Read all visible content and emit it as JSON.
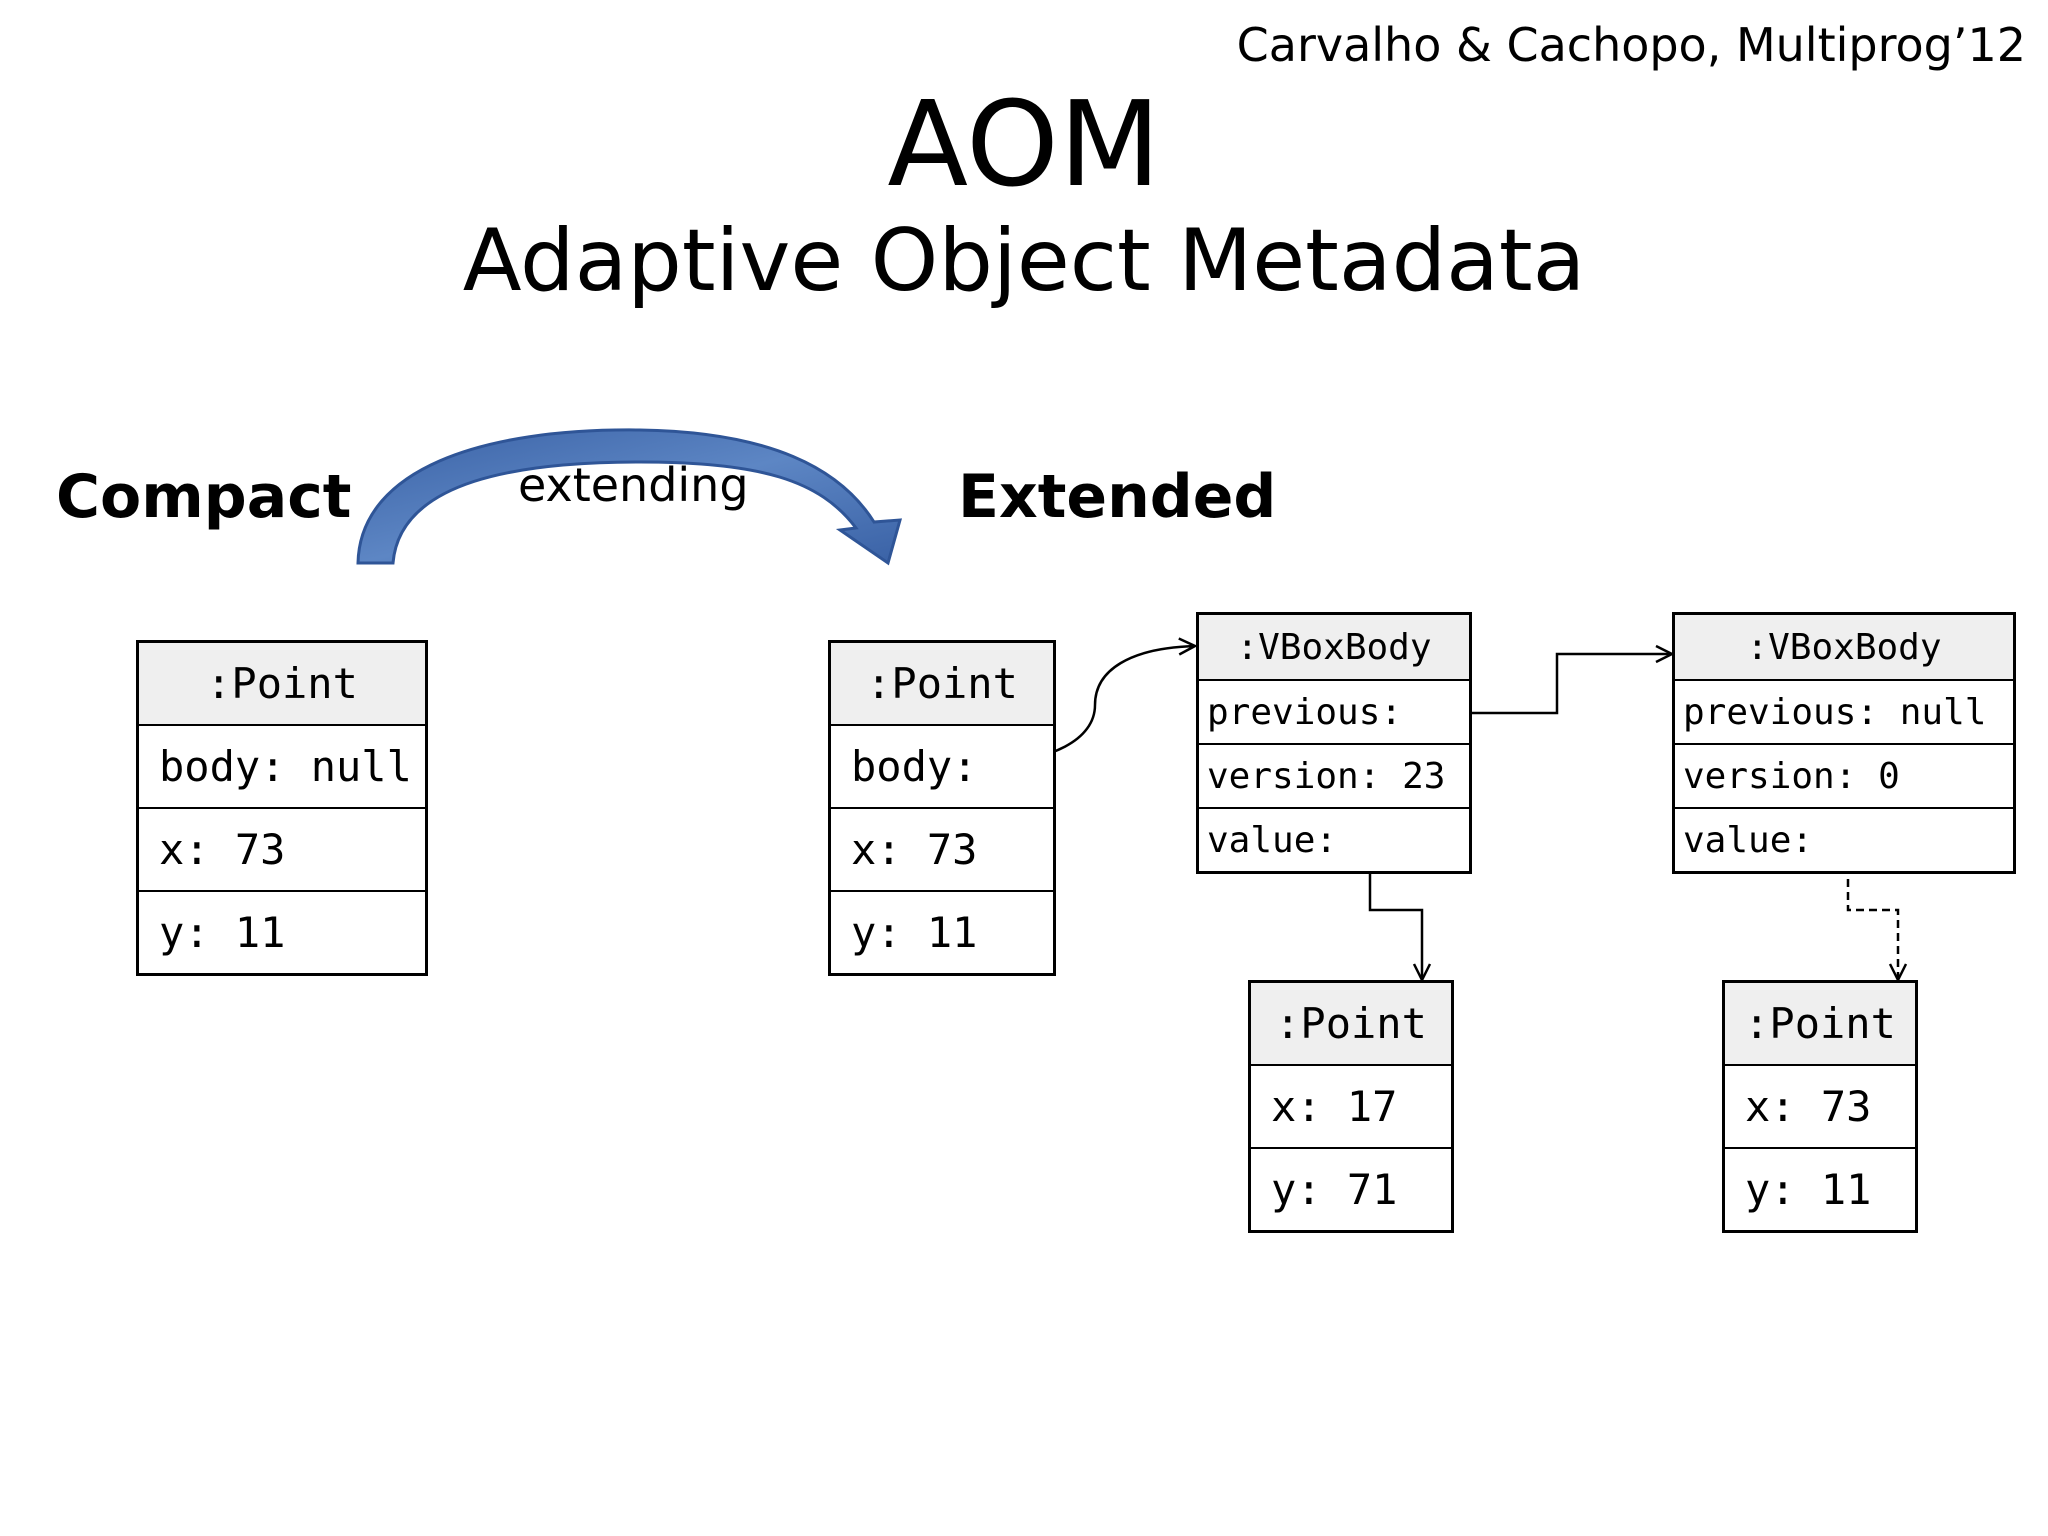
{
  "citation": "Carvalho & Cachopo, Multiprog’12",
  "title": "AOM",
  "subtitle": "Adaptive Object Metadata",
  "sections": {
    "compact": "Compact",
    "extended": "Extended",
    "transition": "extending"
  },
  "colors": {
    "arrow_fill": "#4a72b0",
    "arrow_edge": "#2f5597",
    "header_fill": "#efefef"
  },
  "compact_point": {
    "header": ":Point",
    "fields": [
      "body: null",
      "x: 73",
      "y: 11"
    ]
  },
  "extended_point": {
    "header": ":Point",
    "fields": [
      "body:",
      "x: 73",
      "y: 11"
    ]
  },
  "vbox_body_1": {
    "header": ":VBoxBody",
    "fields": [
      "previous:",
      "version: 23",
      "value:"
    ]
  },
  "vbox_body_2": {
    "header": ":VBoxBody",
    "fields": [
      "previous: null",
      "version: 0",
      "value:"
    ]
  },
  "value_point_1": {
    "header": ":Point",
    "fields": [
      "x: 17",
      "y: 71"
    ]
  },
  "value_point_2": {
    "header": ":Point",
    "fields": [
      "x: 73",
      "y: 11"
    ]
  }
}
